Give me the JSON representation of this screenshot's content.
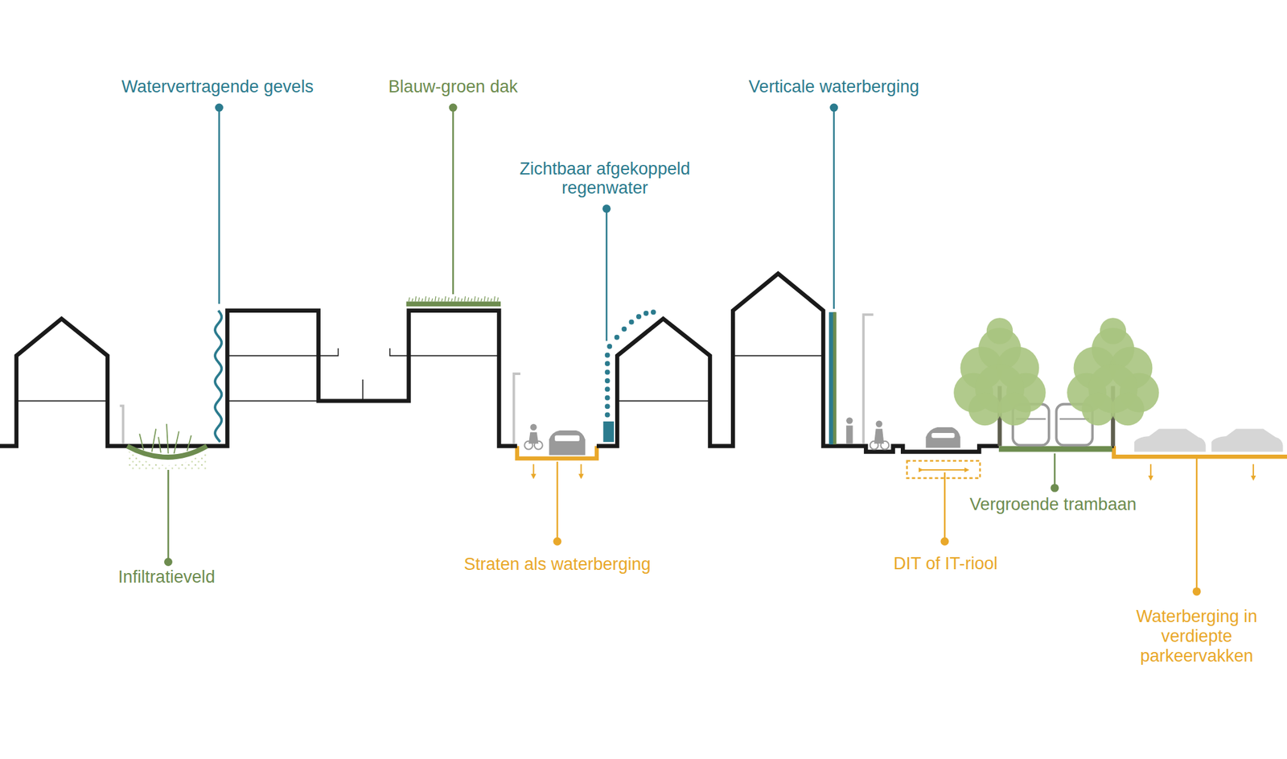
{
  "diagram": {
    "labels": [
      "Watervertragende gevels",
      "Blauw-groen dak",
      "Zichtbaar afgekoppeld regenwater",
      "Verticale waterberging",
      "Infiltratieveld",
      "Straten als waterberging",
      "DIT of IT-riool",
      "Vergroende trambaan",
      "Waterberging in verdiepte parkeervakken"
    ]
  }
}
